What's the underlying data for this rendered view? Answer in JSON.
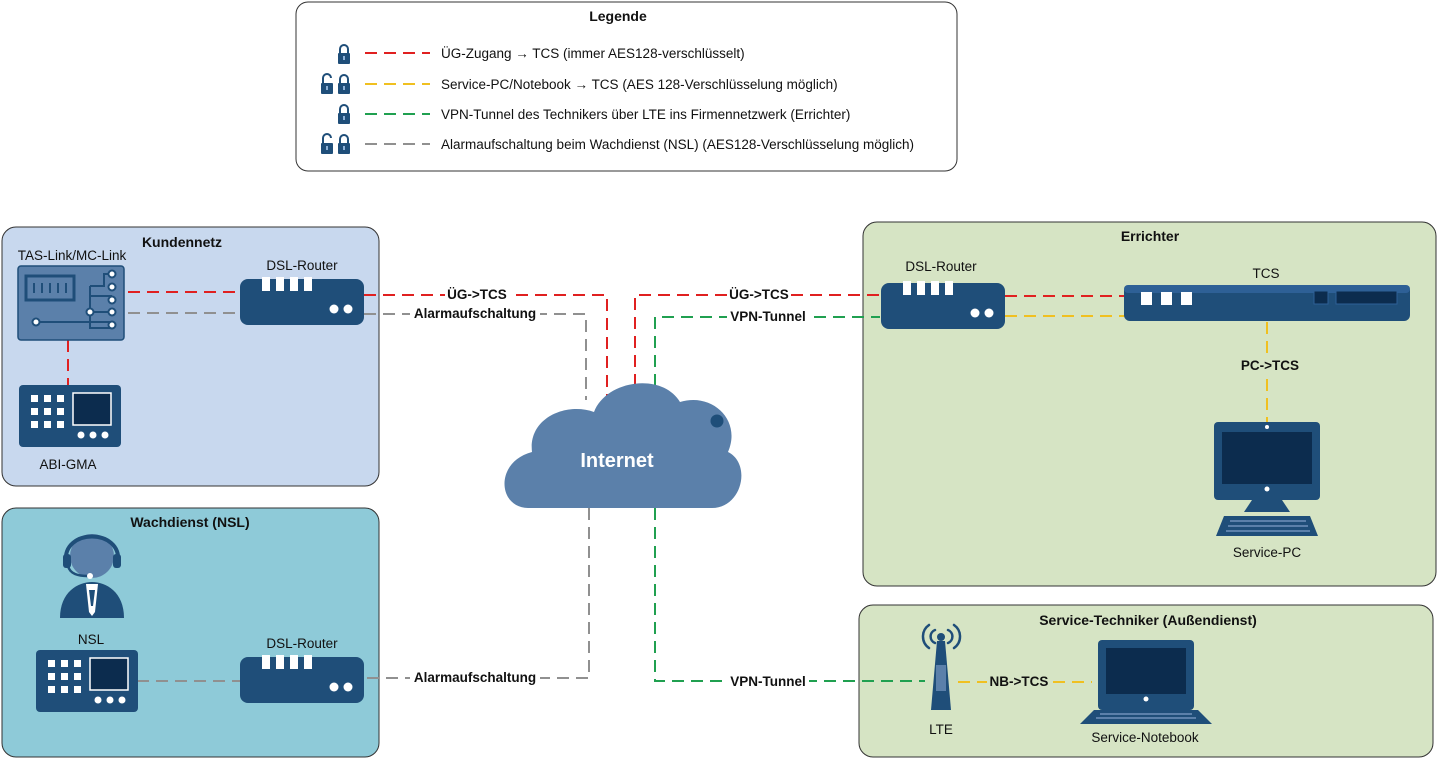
{
  "legend": {
    "title": "Legende",
    "items": [
      {
        "locks": 1,
        "color": "#e02020",
        "text": "ÜG-Zugang → TCS (immer AES128-verschlüsselt)"
      },
      {
        "locks": 2,
        "color": "#f0c020",
        "text": "Service-PC/Notebook → TCS (AES 128-Verschlüsselung möglich)"
      },
      {
        "locks": 1,
        "color": "#20a050",
        "text": "VPN-Tunnel des Technikers über LTE ins Firmennetzwerk (Errichter)"
      },
      {
        "locks": 2,
        "color": "#909090",
        "text": "Alarmaufschaltung beim Wachdienst (NSL) (AES128-Verschlüsselung möglich)"
      }
    ]
  },
  "zones": {
    "kundennetz": {
      "title": "Kundennetz",
      "color": "#c8d8ee"
    },
    "wachdienst": {
      "title": "Wachdienst (NSL)",
      "color": "#8ecad8"
    },
    "errichter": {
      "title": "Errichter",
      "color": "#d6e4c4"
    },
    "techniker": {
      "title": "Service-Techniker (Außendienst)",
      "color": "#d6e4c4"
    }
  },
  "devices": {
    "tas_link": "TAS-Link/MC-Link",
    "abi_gma": "ABI-GMA",
    "dsl_router_kunde": "DSL-Router",
    "nsl": "NSL",
    "dsl_router_nsl": "DSL-Router",
    "dsl_router_errichter": "DSL-Router",
    "tcs": "TCS",
    "service_pc": "Service-PC",
    "lte": "LTE",
    "service_notebook": "Service-Notebook",
    "internet": "Internet"
  },
  "connection_labels": {
    "ug_tcs_left": "ÜG->TCS",
    "alarm_top": "Alarmaufschaltung",
    "ug_tcs_right": "ÜG->TCS",
    "vpn_top": "VPN-Tunnel",
    "pc_tcs": "PC->TCS",
    "alarm_bottom": "Alarmaufschaltung",
    "vpn_bottom": "VPN-Tunnel",
    "nb_tcs": "NB->TCS"
  },
  "colors": {
    "device": "#1f4e79",
    "cloud": "#5b80aa",
    "red": "#e02020",
    "yellow": "#f0c020",
    "green": "#20a050",
    "gray": "#909090",
    "zone_border": "#333333"
  }
}
